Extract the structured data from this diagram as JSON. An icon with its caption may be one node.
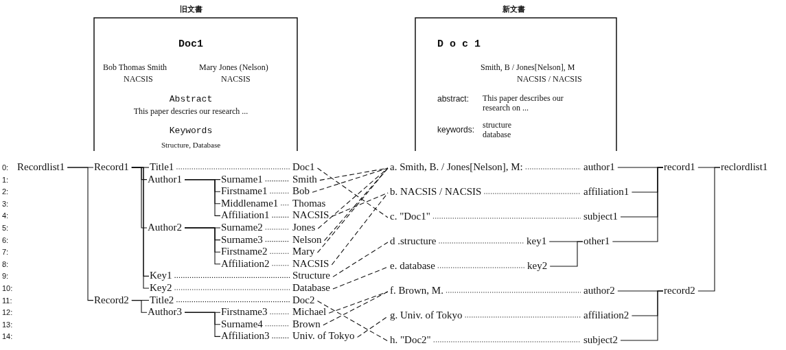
{
  "diagram": {
    "nodes": [
      {
        "text": [
          "旧文書",
          "Doc1",
          "Bob Thomas Smith",
          "NACSIS",
          "Mary Jones (Nelson)",
          "NACSIS",
          "Abstract",
          "This paper descries our research ...",
          "Keywords",
          "Structure, Database"
        ]
      },
      {
        "text": [
          "新文書",
          "D o c 1",
          "Smith, B / Jones[Nelson], M",
          "NACSIS / NACSIS",
          "abstract:",
          "This paper describes our research on ...",
          "keywords:",
          "structure database"
        ]
      },
      {
        "text": [
          "Recordlist1"
        ]
      },
      {
        "text": [
          "Record1"
        ]
      },
      {
        "text": [
          "Title1"
        ]
      },
      {
        "text": [
          "Author1"
        ]
      },
      {
        "text": [
          "Surname1"
        ]
      },
      {
        "text": [
          "Firstname1"
        ]
      },
      {
        "text": [
          "Middlename1"
        ]
      },
      {
        "text": [
          "Affiliation1"
        ]
      },
      {
        "text": [
          "Author2"
        ]
      },
      {
        "text": [
          "Surname2"
        ]
      },
      {
        "text": [
          "Surname3"
        ]
      },
      {
        "text": [
          "Firstname2"
        ]
      },
      {
        "text": [
          "Affiliation2"
        ]
      },
      {
        "text": [
          "Key1"
        ]
      },
      {
        "text": [
          "Key2"
        ]
      },
      {
        "text": [
          "Record2"
        ]
      },
      {
        "text": [
          "Title2"
        ]
      },
      {
        "text": [
          "Author3"
        ]
      },
      {
        "text": [
          "Firstname3"
        ]
      },
      {
        "text": [
          "Surname4"
        ]
      },
      {
        "text": [
          "Affiliation3"
        ]
      },
      {
        "text": [
          "Doc1"
        ]
      },
      {
        "text": [
          "Smith"
        ]
      },
      {
        "text": [
          "Bob"
        ]
      },
      {
        "text": [
          "Thomas"
        ]
      },
      {
        "text": [
          "NACSIS"
        ]
      },
      {
        "text": [
          "Jones"
        ]
      },
      {
        "text": [
          "Nelson"
        ]
      },
      {
        "text": [
          "Mary"
        ]
      },
      {
        "text": [
          "NACSIS"
        ]
      },
      {
        "text": [
          "Structure"
        ]
      },
      {
        "text": [
          "Database"
        ]
      },
      {
        "text": [
          "Doc2"
        ]
      },
      {
        "text": [
          "Michael"
        ]
      },
      {
        "text": [
          "Brown"
        ]
      },
      {
        "text": [
          "Univ. of Tokyo"
        ]
      },
      {
        "text": [
          "a. Smith, B. / Jones[Nelson], M:"
        ]
      },
      {
        "text": [
          "b. NACSIS / NACSIS"
        ]
      },
      {
        "text": [
          "c. \"Doc1\""
        ]
      },
      {
        "text": [
          "d .structure"
        ]
      },
      {
        "text": [
          "e. database"
        ]
      },
      {
        "text": [
          "f. Brown, M."
        ]
      },
      {
        "text": [
          "g. Univ. of Tokyo"
        ]
      },
      {
        "text": [
          "h. \"Doc2\""
        ]
      },
      {
        "text": [
          "key1"
        ]
      },
      {
        "text": [
          "key2"
        ]
      },
      {
        "text": [
          "author1"
        ]
      },
      {
        "text": [
          "affiliation1"
        ]
      },
      {
        "text": [
          "subject1"
        ]
      },
      {
        "text": [
          "other1"
        ]
      },
      {
        "text": [
          "author2"
        ]
      },
      {
        "text": [
          "affiliation2"
        ]
      },
      {
        "text": [
          "subject2"
        ]
      },
      {
        "text": [
          "record1"
        ]
      },
      {
        "text": [
          "record2"
        ]
      },
      {
        "text": [
          "reclordlist1"
        ]
      }
    ],
    "edges": [
      {
        "from": 2,
        "to": 3,
        "arrow": "none"
      },
      {
        "from": 2,
        "to": 17,
        "arrow": "none"
      },
      {
        "from": 3,
        "to": 4,
        "arrow": "none"
      },
      {
        "from": 3,
        "to": 5,
        "arrow": "none"
      },
      {
        "from": 3,
        "to": 10,
        "arrow": "none"
      },
      {
        "from": 3,
        "to": 15,
        "arrow": "none"
      },
      {
        "from": 3,
        "to": 16,
        "arrow": "none"
      },
      {
        "from": 5,
        "to": 6,
        "arrow": "none"
      },
      {
        "from": 5,
        "to": 7,
        "arrow": "none"
      },
      {
        "from": 5,
        "to": 8,
        "arrow": "none"
      },
      {
        "from": 5,
        "to": 9,
        "arrow": "none"
      },
      {
        "from": 10,
        "to": 11,
        "arrow": "none"
      },
      {
        "from": 10,
        "to": 12,
        "arrow": "none"
      },
      {
        "from": 10,
        "to": 13,
        "arrow": "none"
      },
      {
        "from": 10,
        "to": 14,
        "arrow": "none"
      },
      {
        "from": 17,
        "to": 18,
        "arrow": "none"
      },
      {
        "from": 17,
        "to": 19,
        "arrow": "none"
      },
      {
        "from": 19,
        "to": 20,
        "arrow": "none"
      },
      {
        "from": 19,
        "to": 21,
        "arrow": "none"
      },
      {
        "from": 19,
        "to": 22,
        "arrow": "none"
      },
      {
        "from": 4,
        "to": 23,
        "arrow": "none",
        "style": "dashed"
      },
      {
        "from": 6,
        "to": 24,
        "arrow": "none",
        "style": "dashed"
      },
      {
        "from": 7,
        "to": 25,
        "arrow": "none",
        "style": "dashed"
      },
      {
        "from": 8,
        "to": 26,
        "arrow": "none",
        "style": "dashed"
      },
      {
        "from": 9,
        "to": 27,
        "arrow": "none",
        "style": "dashed"
      },
      {
        "from": 11,
        "to": 28,
        "arrow": "none",
        "style": "dashed"
      },
      {
        "from": 12,
        "to": 29,
        "arrow": "none",
        "style": "dashed"
      },
      {
        "from": 13,
        "to": 30,
        "arrow": "none",
        "style": "dashed"
      },
      {
        "from": 14,
        "to": 31,
        "arrow": "none",
        "style": "dashed"
      },
      {
        "from": 15,
        "to": 32,
        "arrow": "none",
        "style": "dashed"
      },
      {
        "from": 16,
        "to": 33,
        "arrow": "none",
        "style": "dashed"
      },
      {
        "from": 18,
        "to": 34,
        "arrow": "none",
        "style": "dashed"
      },
      {
        "from": 20,
        "to": 35,
        "arrow": "none",
        "style": "dashed"
      },
      {
        "from": 21,
        "to": 36,
        "arrow": "none",
        "style": "dashed"
      },
      {
        "from": 22,
        "to": 37,
        "arrow": "none",
        "style": "dashed"
      },
      {
        "from": 23,
        "to": 40,
        "arrow": "none",
        "style": "dashed"
      },
      {
        "from": 24,
        "to": 38,
        "arrow": "none",
        "style": "dashed"
      },
      {
        "from": 25,
        "to": 38,
        "arrow": "none",
        "style": "dashed"
      },
      {
        "from": 27,
        "to": 39,
        "arrow": "none",
        "style": "dashed"
      },
      {
        "from": 28,
        "to": 38,
        "arrow": "none",
        "style": "dashed"
      },
      {
        "from": 29,
        "to": 38,
        "arrow": "none",
        "style": "dashed"
      },
      {
        "from": 30,
        "to": 38,
        "arrow": "none",
        "style": "dashed"
      },
      {
        "from": 31,
        "to": 39,
        "arrow": "none",
        "style": "dashed"
      },
      {
        "from": 32,
        "to": 41,
        "arrow": "none",
        "style": "dashed"
      },
      {
        "from": 33,
        "to": 42,
        "arrow": "none",
        "style": "dashed"
      },
      {
        "from": 34,
        "to": 45,
        "arrow": "none",
        "style": "dashed"
      },
      {
        "from": 35,
        "to": 43,
        "arrow": "none",
        "style": "dashed"
      },
      {
        "from": 36,
        "to": 43,
        "arrow": "none",
        "style": "dashed"
      },
      {
        "from": 37,
        "to": 44,
        "arrow": "none",
        "style": "dashed"
      },
      {
        "from": 38,
        "to": 48,
        "arrow": "none",
        "style": "dashed"
      },
      {
        "from": 39,
        "to": 49,
        "arrow": "none",
        "style": "dashed"
      },
      {
        "from": 40,
        "to": 50,
        "arrow": "none",
        "style": "dashed"
      },
      {
        "from": 41,
        "to": 46,
        "arrow": "none",
        "style": "dashed"
      },
      {
        "from": 42,
        "to": 47,
        "arrow": "none",
        "style": "dashed"
      },
      {
        "from": 43,
        "to": 52,
        "arrow": "none",
        "style": "dashed"
      },
      {
        "from": 44,
        "to": 53,
        "arrow": "none",
        "style": "dashed"
      },
      {
        "from": 45,
        "to": 54,
        "arrow": "none",
        "style": "dashed"
      },
      {
        "from": 46,
        "to": 51,
        "arrow": "none"
      },
      {
        "from": 47,
        "to": 51,
        "arrow": "none"
      },
      {
        "from": 48,
        "to": 55,
        "arrow": "none"
      },
      {
        "from": 49,
        "to": 55,
        "arrow": "none"
      },
      {
        "from": 50,
        "to": 55,
        "arrow": "none"
      },
      {
        "from": 51,
        "to": 55,
        "arrow": "none"
      },
      {
        "from": 52,
        "to": 56,
        "arrow": "none"
      },
      {
        "from": 53,
        "to": 56,
        "arrow": "none"
      },
      {
        "from": 54,
        "to": 56,
        "arrow": "none"
      },
      {
        "from": 55,
        "to": 57,
        "arrow": "none"
      },
      {
        "from": 56,
        "to": 57,
        "arrow": "none"
      }
    ],
    "labels": [
      "0:",
      "1:",
      "2:",
      "3:",
      "4:",
      "5:",
      "6:",
      "7:",
      "8:",
      "9:",
      "10:",
      "11:",
      "12:",
      "13:",
      "14:"
    ]
  }
}
